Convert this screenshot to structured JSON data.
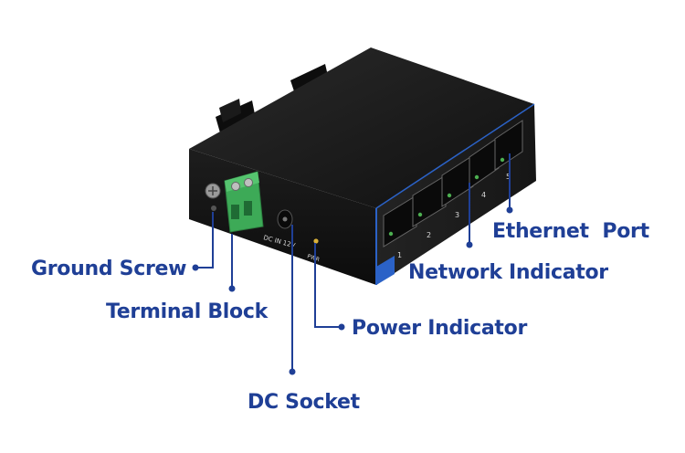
{
  "labels": {
    "ground_screw": "Ground Screw",
    "terminal_block": "Terminal Block",
    "dc_socket": "DC Socket",
    "power_indicator": "Power Indicator",
    "network_indicator": "Network Indicator",
    "ethernet_port": "Ethernet  Port"
  },
  "device": {
    "dc_in": "DC IN 12V",
    "pwr": "PWR",
    "ports": [
      "1",
      "2",
      "3",
      "4",
      "5"
    ]
  },
  "colors": {
    "label": "#1f3f96",
    "leader": "#1f3f96",
    "body": "#151515",
    "terminal": "#3daa57",
    "accent": "#2b62c7"
  }
}
